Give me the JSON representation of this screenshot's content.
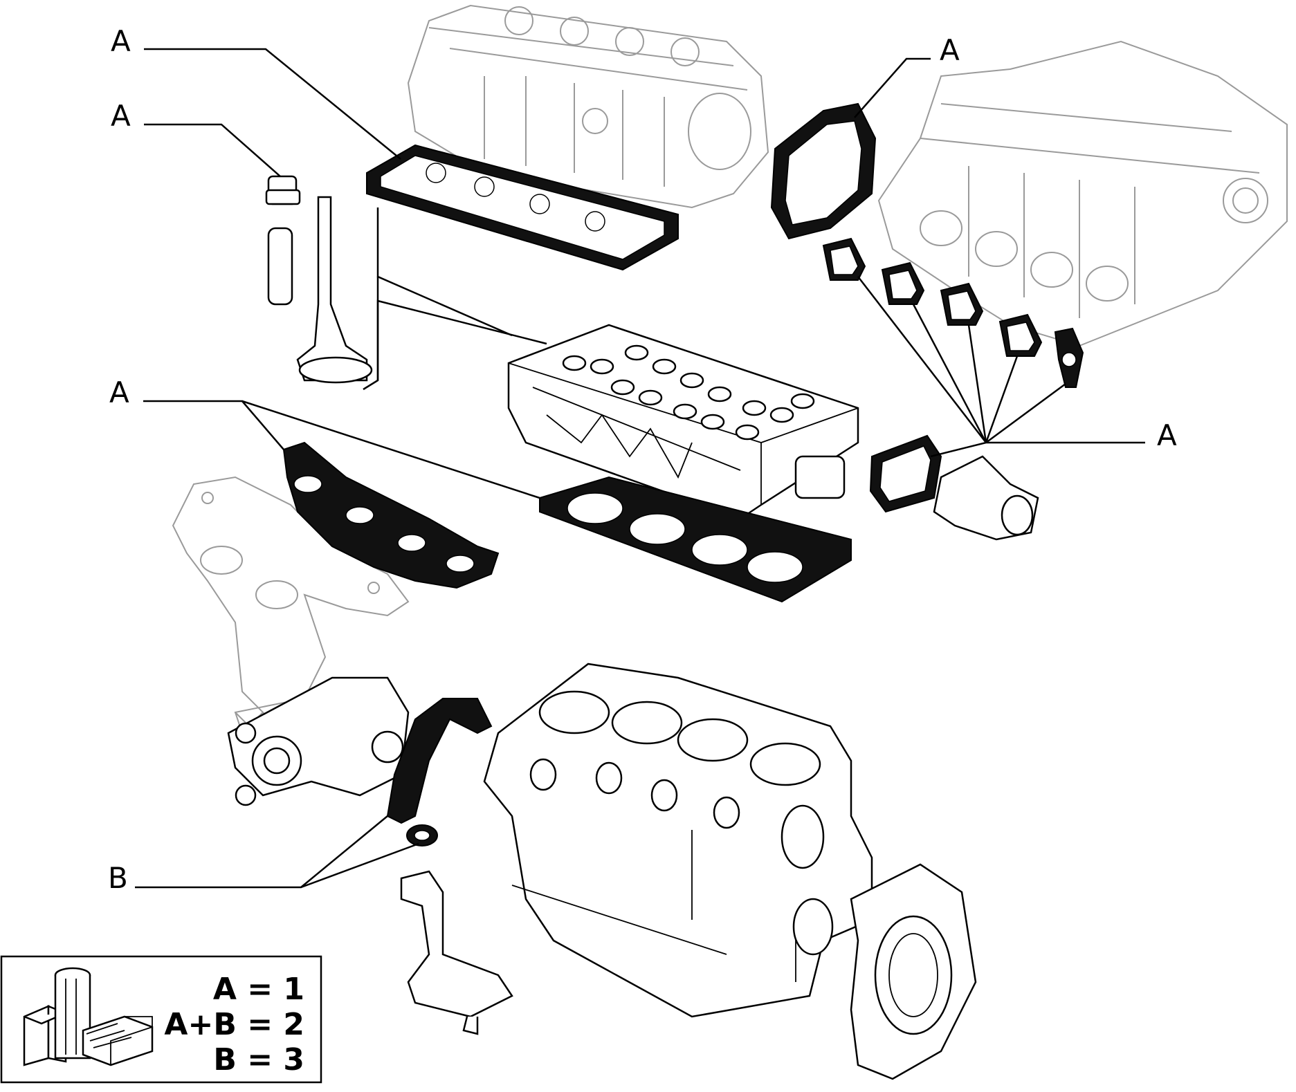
{
  "callouts": {
    "a_top_left": "A",
    "a_valve": "A",
    "a_top_right": "A",
    "a_exhaust": "A",
    "a_right": "A",
    "b_left": "B"
  },
  "legend": {
    "line1": "A = 1",
    "line2": "A+B = 2",
    "line3": "B = 3",
    "icon": "fiat-parts-package-icon"
  },
  "colors": {
    "ink": "#000000",
    "ghost_outline": "#9a9a9a",
    "background": "#ffffff"
  }
}
